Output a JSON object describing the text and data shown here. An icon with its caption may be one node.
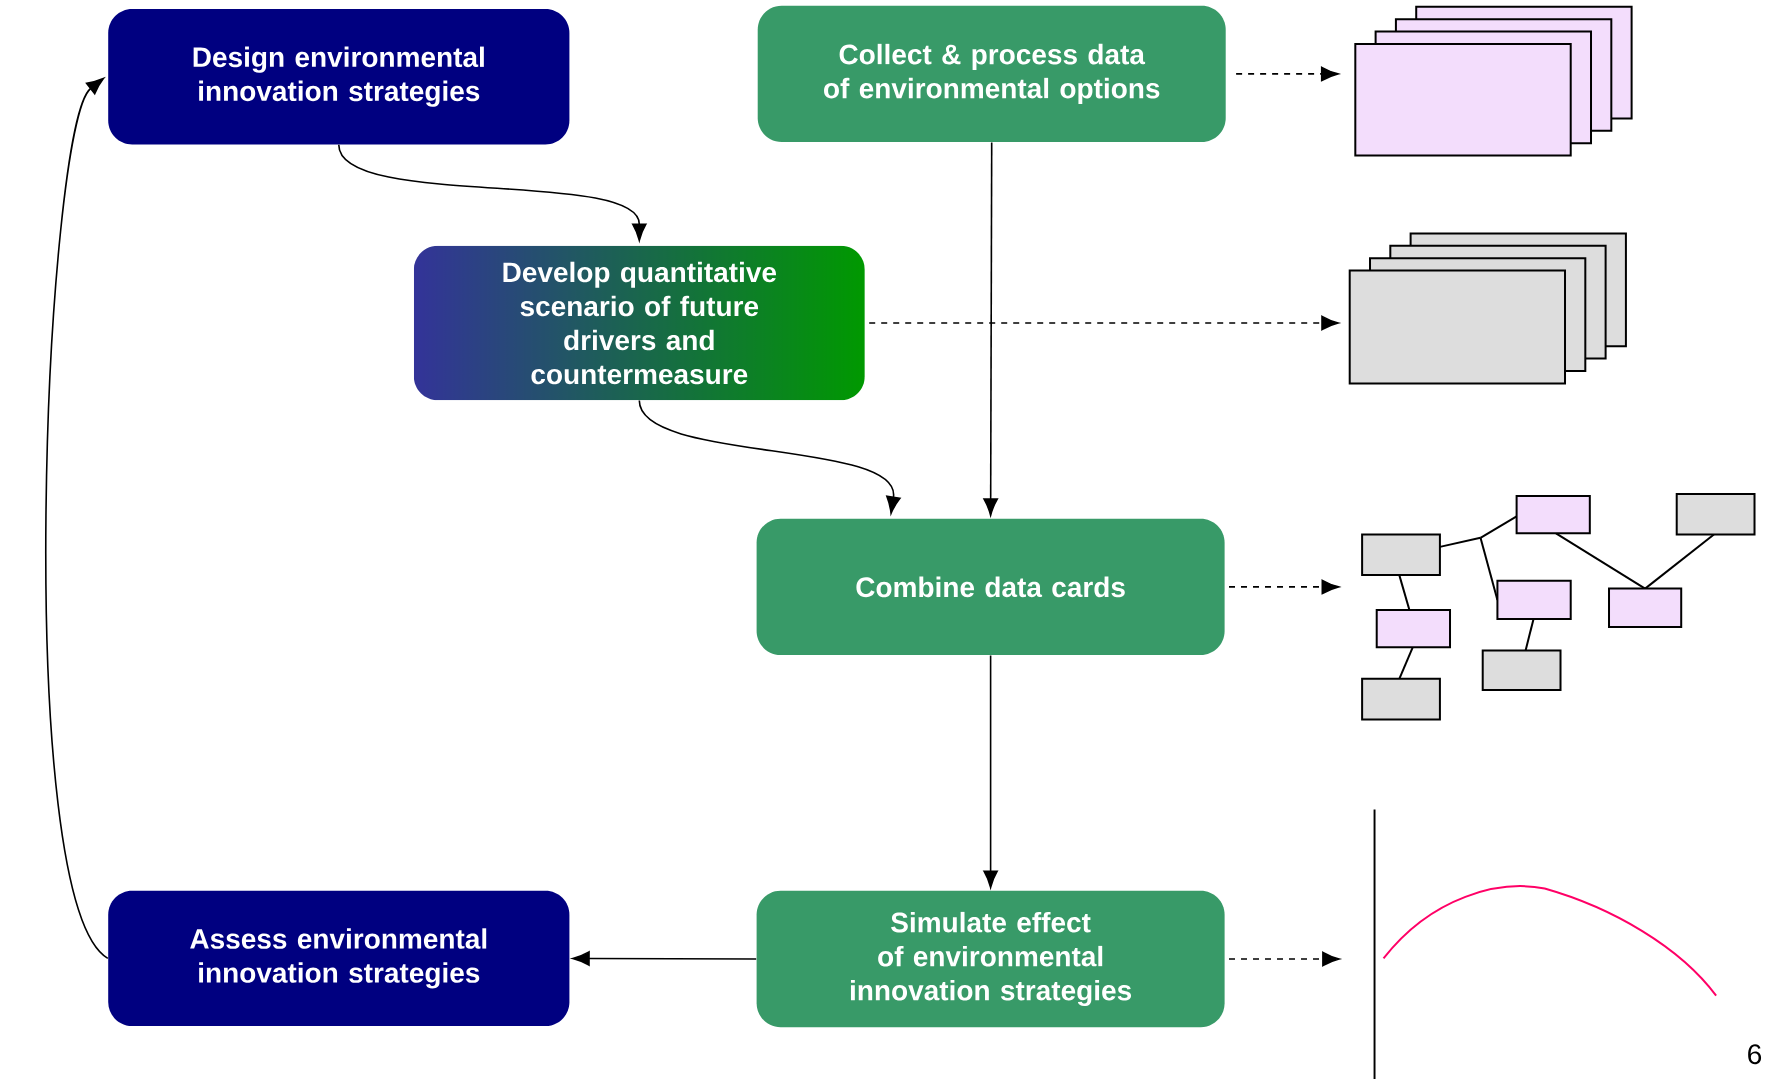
{
  "diagram": {
    "nodes": [
      {
        "text": [
          "Design environmental innovation strategies"
        ]
      },
      {
        "text": [
          "Collect & process data of environmental options"
        ]
      },
      {
        "text": [],
        "shape": "box"
      },
      {
        "text": [
          "Develop quantitative scenario of future drivers and countermeasure"
        ]
      },
      {
        "text": [],
        "shape": "box"
      },
      {
        "text": [
          "Combine data cards"
        ]
      },
      {
        "text": [],
        "shape": "picture"
      },
      {
        "text": [
          "Assess environmental innovation strategies"
        ]
      },
      {
        "text": [
          "Simulate effect of environmental innovation strategies"
        ]
      },
      {
        "text": [],
        "shape": "picture"
      }
    ],
    "edges": [
      {
        "from": 0,
        "to": 3,
        "arrow": "to"
      },
      {
        "from": 1,
        "to": 2,
        "arrow": "to",
        "style": "dashed"
      },
      {
        "from": 1,
        "to": 5,
        "arrow": "to"
      },
      {
        "from": 3,
        "to": 4,
        "arrow": "to",
        "style": "dashed"
      },
      {
        "from": 3,
        "to": 5,
        "arrow": "to"
      },
      {
        "from": 5,
        "to": 6,
        "arrow": "to",
        "style": "dashed"
      },
      {
        "from": 5,
        "to": 8,
        "arrow": "to"
      },
      {
        "from": 8,
        "to": 9,
        "arrow": "to",
        "style": "dashed"
      },
      {
        "from": 8,
        "to": 7,
        "arrow": "to"
      },
      {
        "from": 7,
        "to": 0,
        "arrow": "to"
      }
    ],
    "labels": [
      "6"
    ]
  }
}
